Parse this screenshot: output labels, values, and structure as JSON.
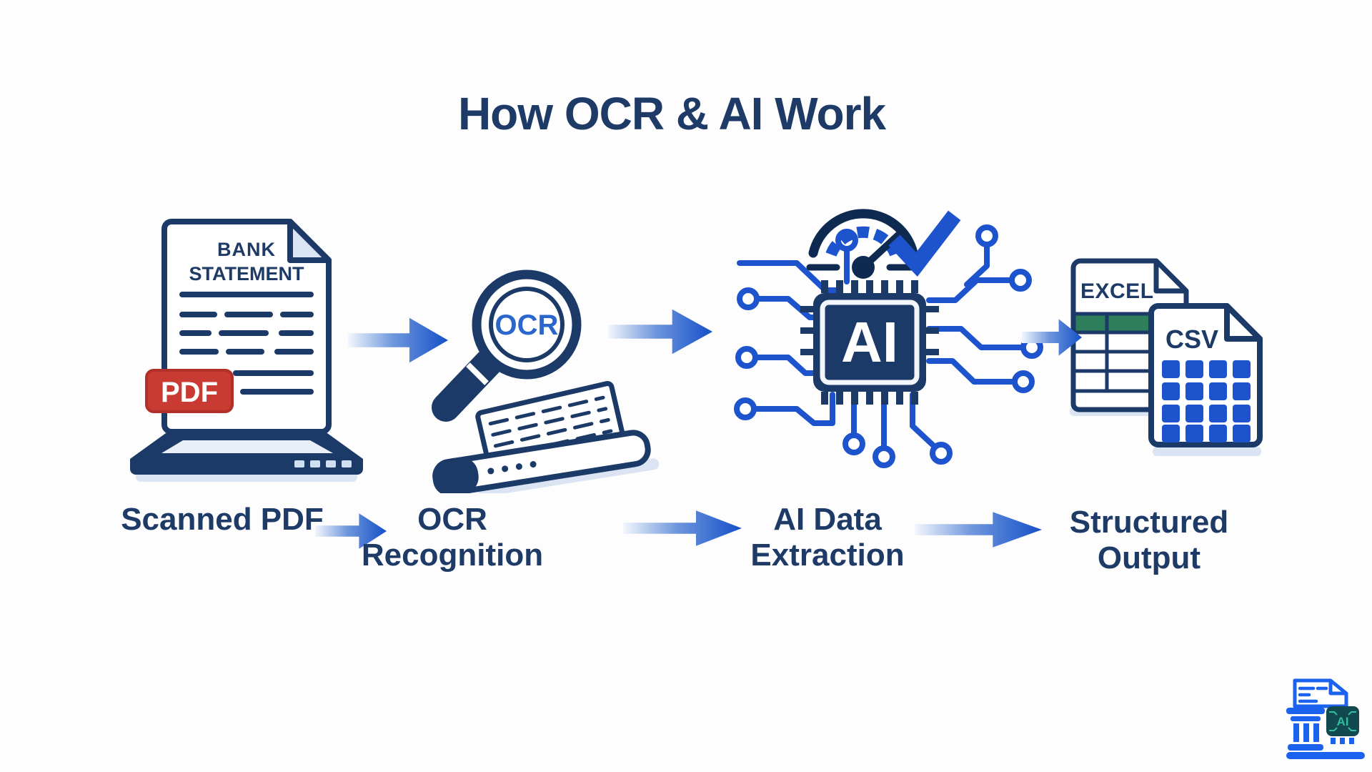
{
  "title": "How OCR & AI Work",
  "colors": {
    "background": "#fdfdfe",
    "navy-text": "#1e3a66",
    "icon-navy": "#1b3a67",
    "dark-navy": "#0e2a50",
    "bright-blue": "#1d53cc",
    "arrow-blue": "#1550c8",
    "ocr-blue": "#2b66cc",
    "pdf-red": "#c93a32",
    "excel-green": "#2e7d5b",
    "fold-light-blue": "#d9e5f4",
    "shadow-blue": "#dbe4f2",
    "logo-blue": "#1b63ef",
    "logo-chip-bg": "#12484f",
    "logo-chip-teal": "#2fbf9f"
  },
  "stages": [
    {
      "id": "scanned-pdf",
      "icon": "bank-statement-pdf-on-scanner-icon",
      "label_lines": [
        "Scanned PDF"
      ],
      "document_title_lines": [
        "BANK",
        "STATEMENT"
      ],
      "badge_label": "PDF"
    },
    {
      "id": "ocr-recognition",
      "icon": "ocr-magnifier-and-scanner-icon",
      "label_lines": [
        "OCR",
        "Recognition"
      ],
      "lens_label": "OCR"
    },
    {
      "id": "ai-data-extraction",
      "icon": "ai-chip-circuit-gauge-icon",
      "label_lines": [
        "AI Data",
        "Extraction"
      ],
      "chip_label": "AI"
    },
    {
      "id": "structured-output",
      "icon": "excel-csv-files-icon",
      "label_lines": [
        "Structured",
        "Output"
      ],
      "file_labels": [
        "EXCEL",
        "CSV"
      ]
    }
  ],
  "logo": {
    "chip_label": "AI"
  }
}
